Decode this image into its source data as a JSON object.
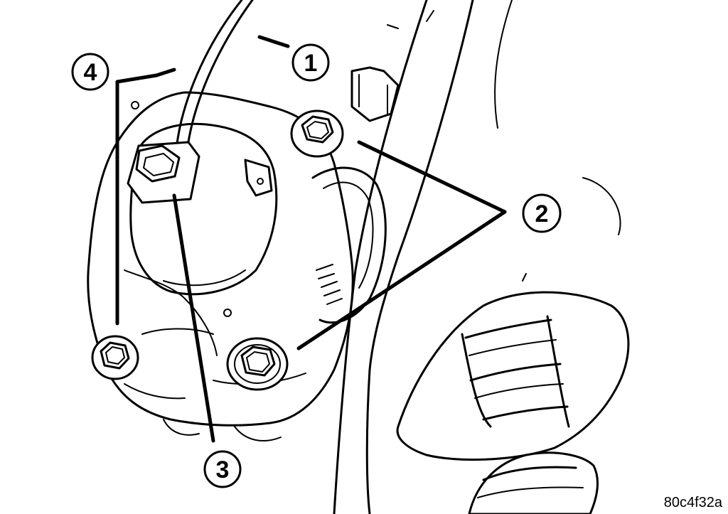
{
  "figure": {
    "id_label": "80c4f32a",
    "callouts": [
      {
        "number": "1"
      },
      {
        "number": "2"
      },
      {
        "number": "3"
      },
      {
        "number": "4"
      }
    ]
  }
}
